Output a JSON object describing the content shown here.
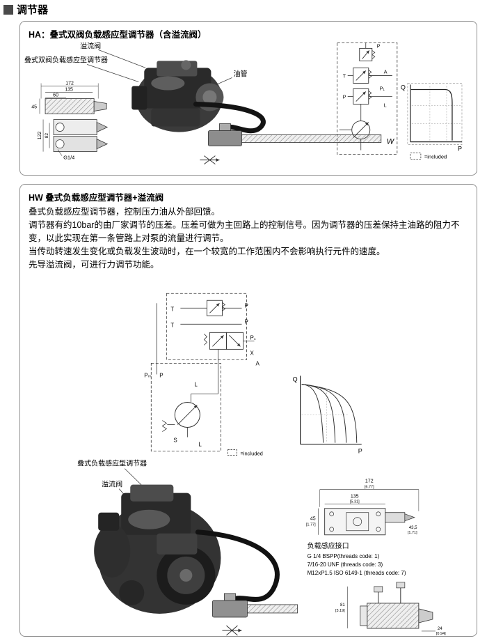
{
  "page": {
    "header": "调节器"
  },
  "ha": {
    "title": "HA：叠式双阀负载感应型调节器（含溢流阀）",
    "relief_valve_label": "溢流阀",
    "regulator_label": "叠式双阀负载感应型调节器",
    "oil_pipe_label": "油管",
    "w_label": "W",
    "g14_label": "G1/4",
    "included_note": "=included",
    "dims": {
      "d172": "172",
      "d135": "135",
      "d60": "60",
      "d45": "45",
      "d122": "122",
      "d82": "82"
    },
    "schematic": {
      "t": "T",
      "p_top": "P",
      "p_left": "P",
      "p1": "P₁",
      "a": "A",
      "l": "L"
    },
    "chart": {
      "y_label": "Q",
      "x_label": "P"
    }
  },
  "hw": {
    "title": "HW 叠式负载感应型调节器+溢流阀",
    "para1": "叠式负载感应型调节器，控制压力油从外部回馈。",
    "para2": "调节器有约10bar的由厂家调节的压差。压差可做为主回路上的控制信号。因为调节器的压差保持主油路的阻力不变，以此实现在第一条管路上对泵的流量进行调节。",
    "para3": "当传动转速发生变化或负载发生波动时，在一个较宽的工作范围内不会影响执行元件的速度。",
    "para4": "先导溢流阀，可进行力调节功能。",
    "regulator_label": "叠式负载感应型调节器",
    "relief_valve_label": "溢流阀",
    "included_note": "=included",
    "schematic": {
      "t1": "T",
      "t2": "T",
      "p1_top": "P",
      "p2": "P",
      "psub1": "P₁",
      "x": "X",
      "a": "A",
      "l1": "L",
      "l2": "L",
      "pm": "Pₘ",
      "p_left": "P",
      "s": "S"
    },
    "chart": {
      "y_label": "Q",
      "x_label": "P"
    },
    "dims_top": {
      "d172": "172",
      "d172b": "[6.77]",
      "d135": "135",
      "d135b": "[5.31]",
      "d45": "45",
      "d45b": "[1.77]",
      "d435": "43,5",
      "d435b": "[1.71]"
    },
    "ls_port": {
      "title": "负载感应接口",
      "line1": "G 1/4 BSPP(threads code: 1)",
      "line2": "7/16-20 UNF (threads code: 3)",
      "line3": "M12xP1.5  ISO 6149-1 (threads code: 7)"
    },
    "dims_bottom": {
      "d81": "81",
      "d81b": "[3.19]",
      "d24": "24",
      "d24b": "[0.94]"
    }
  }
}
